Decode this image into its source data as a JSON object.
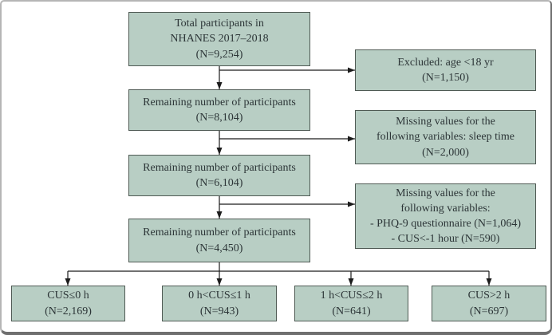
{
  "figure": {
    "type": "participant-flowchart",
    "colors": {
      "box_fill": "#b8cec4",
      "box_border": "#4f5a54",
      "text_color": "#2c3537",
      "line_color": "#1c1c1c",
      "frame_light": "#b5b5b5",
      "frame_dark": "#6f6f6f"
    },
    "main_boxes": [
      {
        "lines": [
          "Total participants in",
          "NHANES 2017–2018",
          "(N=9,254)"
        ]
      },
      {
        "lines": [
          "Remaining number of participants",
          "(N=8,104)"
        ]
      },
      {
        "lines": [
          "Remaining number of participants",
          "(N=6,104)"
        ]
      },
      {
        "lines": [
          "Remaining number of participants",
          "(N=4,450)"
        ]
      }
    ],
    "exclusion_boxes": [
      {
        "lines": [
          "Excluded: age <18 yr",
          "(N=1,150)"
        ]
      },
      {
        "lines": [
          "Missing values for the",
          "following variables: sleep time",
          "(N=2,000)"
        ]
      },
      {
        "lines": [
          "Missing values for the",
          "following variables:",
          "- PHQ-9 questionnaire (N=1,064)",
          "- CUS<-1 hour (N=590)"
        ]
      }
    ],
    "outcome_boxes": [
      {
        "lines": [
          "CUS≤0 h",
          "(N=2,169)"
        ]
      },
      {
        "lines": [
          "0 h<CUS≤1 h",
          "(N=943)"
        ]
      },
      {
        "lines": [
          "1 h<CUS≤2 h",
          "(N=641)"
        ]
      },
      {
        "lines": [
          "CUS>2 h",
          "(N=697)"
        ]
      }
    ]
  }
}
